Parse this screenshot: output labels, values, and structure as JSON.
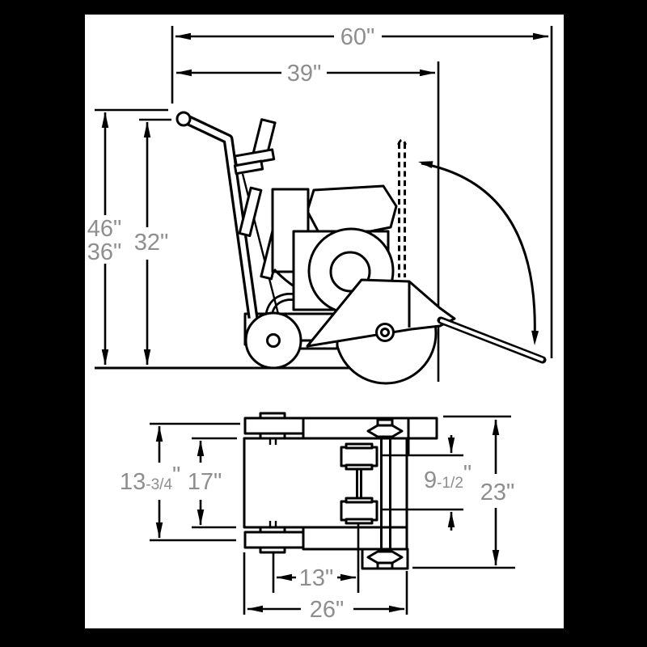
{
  "diagram": {
    "type": "technical-dimension-drawing",
    "subject": "walk-behind concrete saw, side elevation and top plan views",
    "colors": {
      "background": "#000000",
      "paper": "#ffffff",
      "line": "#000000",
      "label": "#8e8e8e"
    },
    "side_view": {
      "dims": {
        "overall_length": "60\"",
        "deck_length": "39\"",
        "handle_height_max": "46\"",
        "handle_height_min": "36\"",
        "overall_height": "32\""
      }
    },
    "plan_view": {
      "dims": {
        "roller_width_whole": "13",
        "roller_width_frac": "-3/4",
        "roller_width_unit": "\"",
        "frame_width": "17\"",
        "track_width_whole": "9",
        "track_width_frac": "-1/2",
        "track_width_unit": "\"",
        "overall_width": "23\"",
        "axle_offset": "13\"",
        "frame_length": "26\""
      }
    }
  }
}
